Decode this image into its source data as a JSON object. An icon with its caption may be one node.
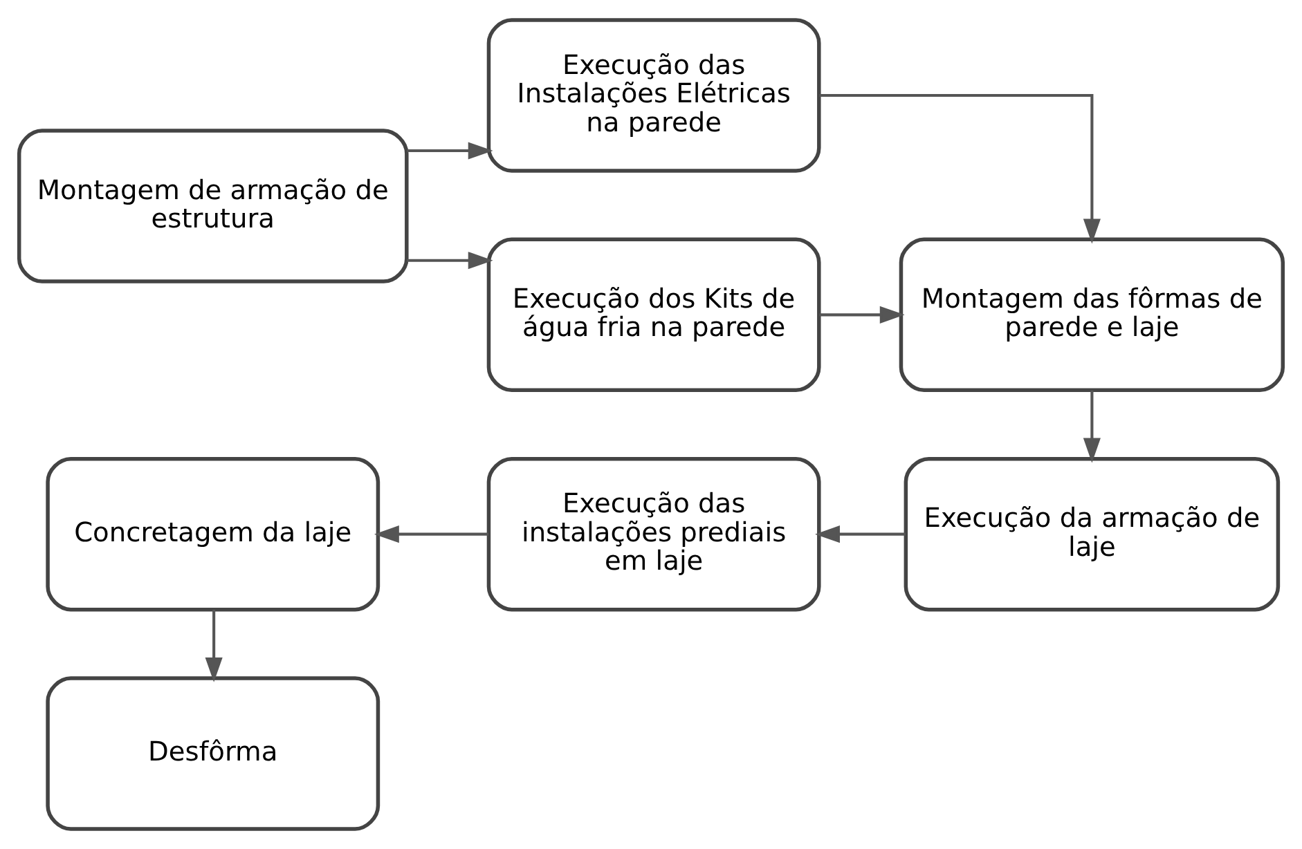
{
  "diagram": {
    "nodes": [
      {
        "text": [
          "Montagem de armação de estrutura"
        ]
      },
      {
        "text": [
          "Execução das Instalações Elétricas na parede"
        ]
      },
      {
        "text": [
          "Execução dos Kits de água fria na parede"
        ]
      },
      {
        "text": [
          "Montagem das fôrmas de parede e laje"
        ]
      },
      {
        "text": [
          "Execução da armação de laje"
        ]
      },
      {
        "text": [
          "Execução das instalações prediais em laje"
        ]
      },
      {
        "text": [
          "Concretagem da laje"
        ]
      },
      {
        "text": [
          "Desfôrma"
        ]
      }
    ],
    "edges": [
      {
        "from": 0,
        "to": 1,
        "arrow": "to"
      },
      {
        "from": 0,
        "to": 2,
        "arrow": "to"
      },
      {
        "from": 1,
        "to": 3,
        "arrow": "to"
      },
      {
        "from": 2,
        "to": 3,
        "arrow": "to"
      },
      {
        "from": 3,
        "to": 4,
        "arrow": "to"
      },
      {
        "from": 4,
        "to": 5,
        "arrow": "to"
      },
      {
        "from": 5,
        "to": 6,
        "arrow": "to"
      },
      {
        "from": 6,
        "to": 7,
        "arrow": "to"
      }
    ]
  }
}
